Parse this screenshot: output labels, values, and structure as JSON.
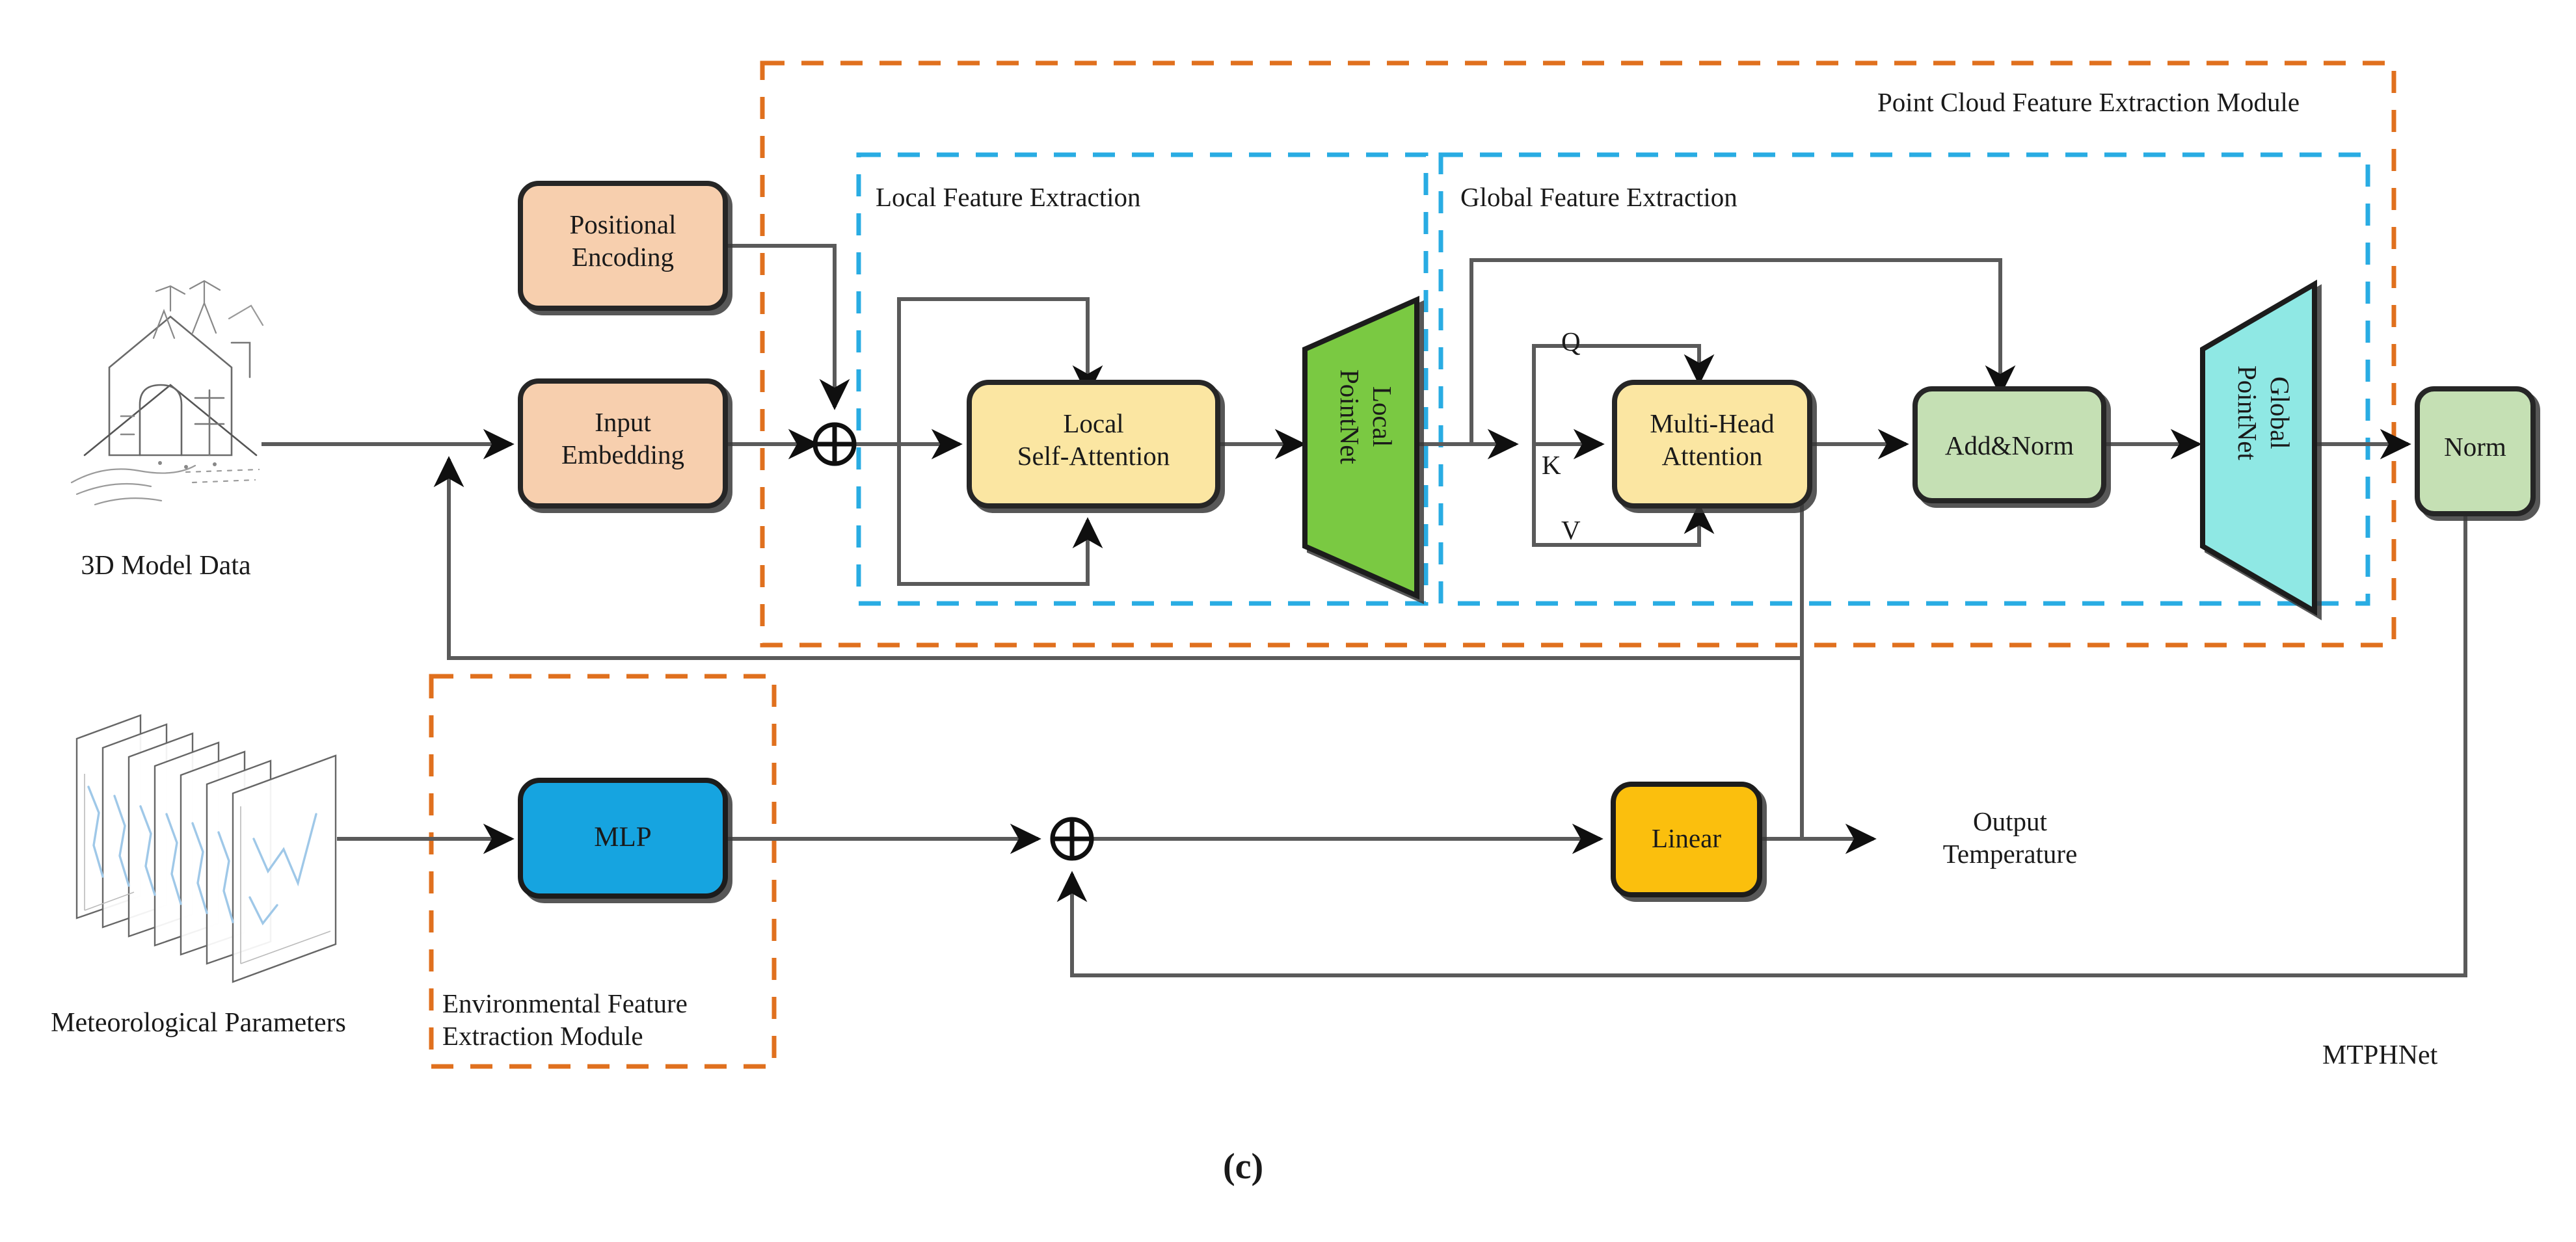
{
  "figure": {
    "caption": "(c)",
    "network_name": "MTPHNet"
  },
  "inputs": [
    {
      "id": "model3d",
      "label": "3D Model Data",
      "icon": "house-sketch-icon"
    },
    {
      "id": "meteo",
      "label": "Meteorological Parameters",
      "icon": "stacked-plots-icon"
    }
  ],
  "modules": [
    {
      "id": "point-cloud",
      "label": "Point Cloud Feature Extraction Module",
      "border_color": "#e0701e",
      "style": "dashed"
    },
    {
      "id": "environmental",
      "label": "Environmental Feature\nExtraction Module",
      "border_color": "#e0701e",
      "style": "dashed"
    }
  ],
  "subgroups": [
    {
      "id": "local",
      "label": "Local Feature Extraction",
      "border_color": "#29ace3",
      "style": "dashed"
    },
    {
      "id": "global",
      "label": "Global Feature Extraction",
      "border_color": "#29ace3",
      "style": "dashed"
    }
  ],
  "blocks": [
    {
      "id": "positional-encoding",
      "label": "Positional\nEncoding",
      "shape": "rounded-rect",
      "fill": "#f7cfae",
      "stroke": "#262626"
    },
    {
      "id": "input-embedding",
      "label": "Input\nEmbedding",
      "shape": "rounded-rect",
      "fill": "#f7cfae",
      "stroke": "#262626"
    },
    {
      "id": "local-self-attention",
      "label": "Local\nSelf-Attention",
      "shape": "rounded-rect",
      "fill": "#fbe6a2",
      "stroke": "#262626"
    },
    {
      "id": "local-pointnet",
      "label": "Local\nPointNet",
      "shape": "trapezoid",
      "fill": "#7ac943",
      "stroke": "#1a1a1a",
      "orientation": "vertical"
    },
    {
      "id": "multi-head-attention",
      "label": "Multi-Head\nAttention",
      "shape": "rounded-rect",
      "fill": "#fbe6a2",
      "stroke": "#262626"
    },
    {
      "id": "add-norm",
      "label": "Add&Norm",
      "shape": "rounded-rect",
      "fill": "#c5e0b4",
      "stroke": "#262626"
    },
    {
      "id": "global-pointnet",
      "label": "Global\nPointNet",
      "shape": "trapezoid",
      "fill": "#8fe8e4",
      "stroke": "#1a1a1a",
      "orientation": "vertical"
    },
    {
      "id": "norm",
      "label": "Norm",
      "shape": "rounded-rect",
      "fill": "#c5e0b4",
      "stroke": "#262626"
    },
    {
      "id": "mlp",
      "label": "MLP",
      "shape": "rounded-rect",
      "fill": "#13a4e0",
      "stroke": "#1a1a1a"
    },
    {
      "id": "linear",
      "label": "Linear",
      "shape": "rounded-rect",
      "fill": "#fbbf09",
      "stroke": "#1a1a1a"
    }
  ],
  "operators": [
    {
      "id": "sum-top",
      "symbol": "+",
      "shape": "circled-plus"
    },
    {
      "id": "sum-bottom",
      "symbol": "+",
      "shape": "circled-plus"
    }
  ],
  "attention_ports": [
    {
      "id": "q",
      "label": "Q"
    },
    {
      "id": "k",
      "label": "K"
    },
    {
      "id": "v",
      "label": "V"
    }
  ],
  "outputs": [
    {
      "id": "output-temperature",
      "label": "Output\nTemperature"
    }
  ],
  "colors": {
    "orange_dashed": "#e0701e",
    "blue_dashed": "#29ace3",
    "arrow": "#5a5a5a",
    "block_peach": "#f7cfae",
    "block_yellow": "#fbe6a2",
    "block_green": "#c5e0b4",
    "pointnet_green": "#7ac943",
    "pointnet_cyan": "#8fe8e4",
    "mlp_blue": "#13a4e0",
    "linear_amber": "#fbbf09"
  }
}
